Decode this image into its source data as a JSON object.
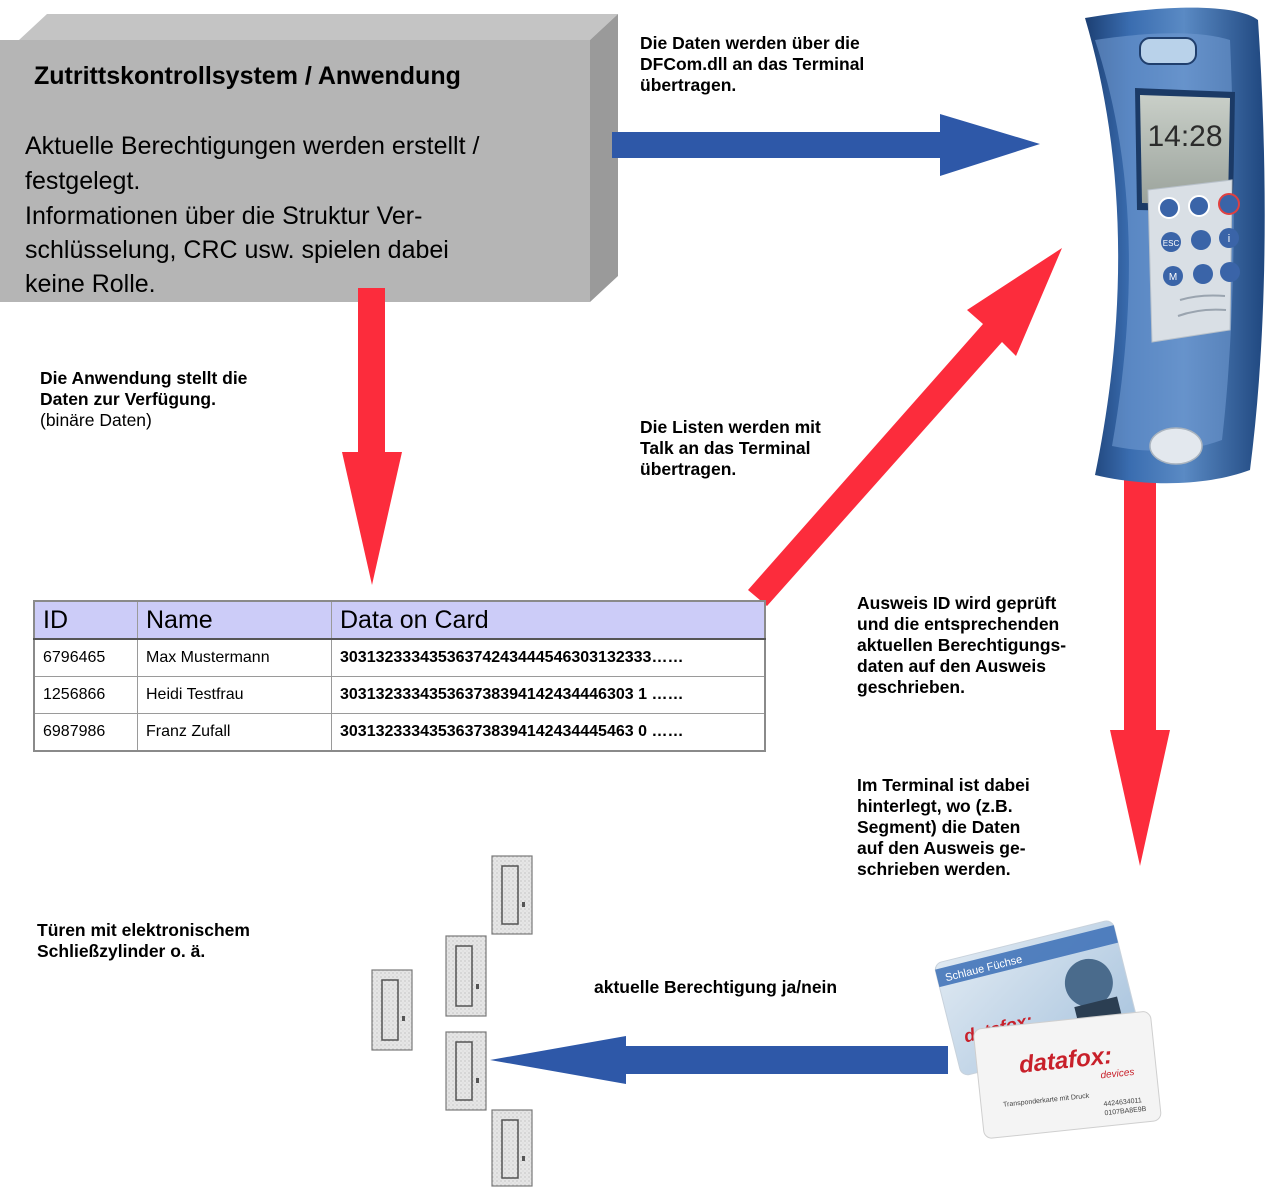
{
  "app_box": {
    "title": "Zutrittskontrollsystem / Anwendung",
    "lines": [
      "Aktuelle Berechtigungen werden erstellt /",
      "festgelegt.",
      "Informationen über die Struktur Ver-",
      "schlüsselung, CRC usw. spielen dabei",
      "keine Rolle."
    ]
  },
  "notes": {
    "dll_transfer": [
      "Die Daten werden über die",
      "DFCom.dll an das Terminal",
      "übertragen."
    ],
    "app_provides": [
      "Die Anwendung stellt die",
      "Daten zur Verfügung."
    ],
    "app_provides_sub": "(binäre Daten)",
    "talk_transfer": [
      "Die Listen werden mit",
      "Talk an das Terminal",
      "übertragen."
    ],
    "id_check": [
      "Ausweis ID wird geprüft",
      "und die entsprechenden",
      "aktuellen Berechtigungs-",
      "daten auf den Ausweis",
      "geschrieben."
    ],
    "terminal_segment": [
      "Im Terminal ist dabei",
      "hinterlegt, wo (z.B.",
      "Segment) die Daten",
      "auf den Ausweis ge-",
      "schrieben werden."
    ],
    "doors": [
      "Türen mit elektronischem",
      "Schließzylinder o. ä."
    ],
    "permission": "aktuelle Berechtigung ja/nein"
  },
  "table": {
    "headers": [
      "ID",
      "Name",
      "Data on Card"
    ],
    "rows": [
      [
        "6796465",
        "Max Mustermann",
        "30313233343536374243444546303132333……"
      ],
      [
        "1256866",
        "Heidi Testfrau",
        "303132333435363738394142434446303 1 ……"
      ],
      [
        "6987986",
        "Franz Zufall",
        "303132333435363738394142434445463 0 ……"
      ]
    ]
  },
  "terminal": {
    "clock": "14:28",
    "keys": [
      "ESC",
      "M",
      "i"
    ]
  },
  "cards": {
    "card1_banner": "Schlaue Füchse",
    "brand": "datafox:",
    "brand_sub": "devices",
    "card2_caption": "Transponderkarte mit Druck",
    "card2_number1": "4424634011",
    "card2_number2": "0107BA8E9B"
  },
  "colors": {
    "red_arrow": "#fc2c3c",
    "blue_arrow": "#2e58a8",
    "box_grey": "#b5b5b5",
    "table_header": "#ccccf8"
  }
}
